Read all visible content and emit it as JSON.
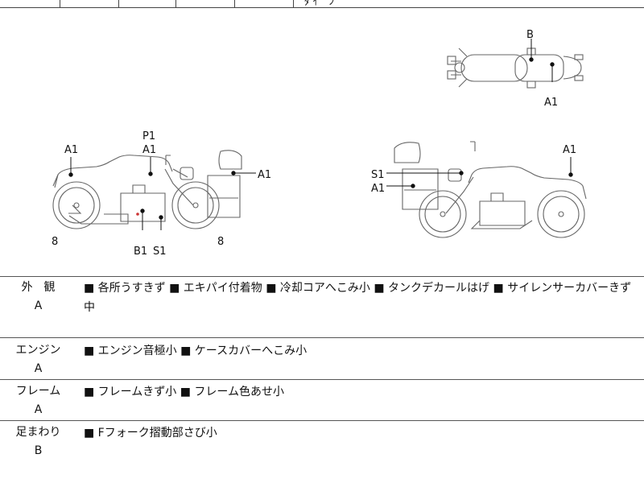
{
  "top_partial_text": "ﾀ ｲ ﾞ ﾝ",
  "diagram": {
    "top_view": {
      "callouts": [
        "B",
        "A1"
      ]
    },
    "left_side": {
      "callouts": [
        "A1",
        "P1",
        "A1",
        "A1",
        "B1",
        "S1",
        "8",
        "8"
      ]
    },
    "right_side": {
      "callouts": [
        "S1",
        "A1",
        "A1"
      ]
    }
  },
  "sections": [
    {
      "category": "外　観",
      "grade": "A",
      "text": "■ 各所うすきず ■ エキパイ付着物 ■ 冷却コアへこみ小 ■ タンクデカールはげ ■ サイレンサーカバーきず中"
    },
    {
      "category": "エンジン",
      "grade": "A",
      "text": "■ エンジン音極小 ■ ケースカバーへこみ小"
    },
    {
      "category": "フレーム",
      "grade": "A",
      "text": "■ フレームきず小 ■ フレーム色あせ小"
    },
    {
      "category": "足まわり",
      "grade": "B",
      "text": "■ Fフォーク摺動部さび小"
    }
  ]
}
